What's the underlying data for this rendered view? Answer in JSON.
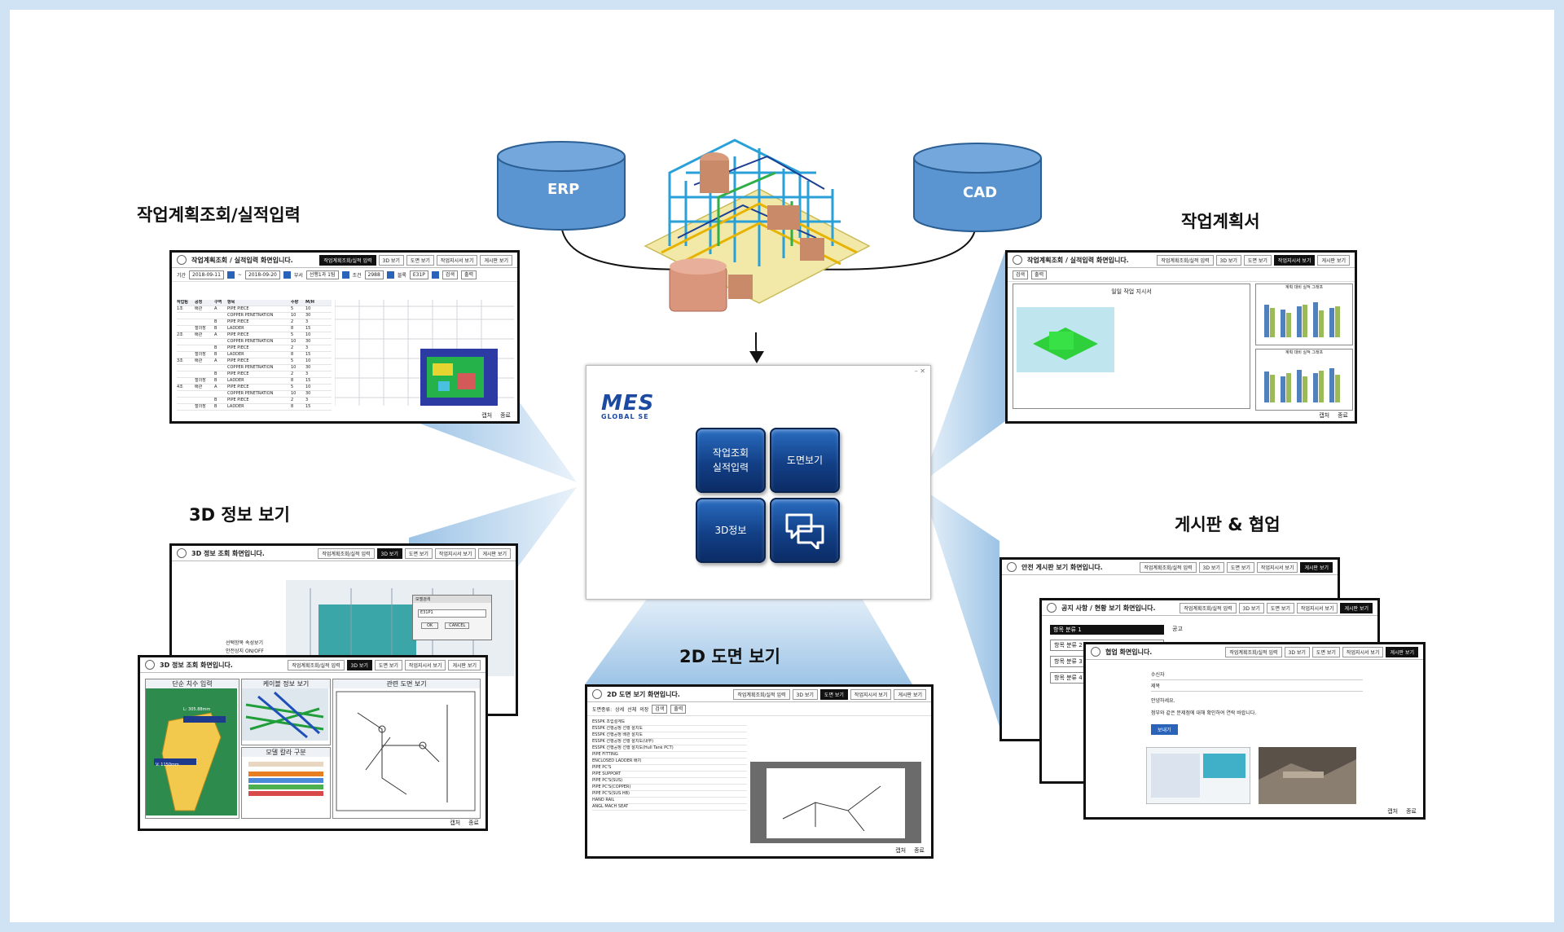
{
  "databases": {
    "erp": "ERP",
    "cad": "CAD"
  },
  "labels": {
    "work_plan_input": "작업계획조회/실적입력",
    "work_plan_doc": "작업계획서",
    "info_3d": "3D 정보 보기",
    "board_collab": "게시판 & 협업",
    "drawing_2d": "2D 도면 보기"
  },
  "mes": {
    "logo_text": "MES",
    "logo_sub": "GLOBAL SE",
    "btn_work": [
      "작업조회",
      "실적입력"
    ],
    "btn_drawing": "도면보기",
    "btn_3d": "3D정보"
  },
  "common": {
    "tab_plan": "작업계획조회/실적 입력",
    "tab_3d": "3D 보기",
    "tab_dwg": "도면 보기",
    "tab_instr": "작업지시서 보기",
    "tab_board": "게시판 보기",
    "capture": "캡처",
    "exit": "종료",
    "search": "검색",
    "print": "출력"
  },
  "win_plan": {
    "title": "작업계획조회 / 실적입력 화면입니다.",
    "period_label": "기간",
    "date_from": "2018-09-11",
    "date_to": "2018-09-20",
    "dept_label": "부서",
    "dept": "선행1과 1팀",
    "cond_label": "조건",
    "cond": "2988",
    "block_label": "블록",
    "block": "E31P"
  },
  "win_plan_rows": [
    [
      "1조",
      "배관",
      "A",
      "PIPE PIECE",
      "5",
      "10"
    ],
    [
      "",
      "",
      "",
      "COPPER PENETRATION",
      "10",
      "30"
    ],
    [
      "",
      "",
      "B",
      "PIPE PIECE",
      "2",
      "3"
    ],
    [
      "",
      "철의장",
      "B",
      "LADDER",
      "8",
      "15"
    ],
    [
      "2조",
      "배관",
      "A",
      "PIPE PIECE",
      "5",
      "10"
    ],
    [
      "",
      "",
      "",
      "COPPER PENETRATION",
      "10",
      "30"
    ],
    [
      "",
      "",
      "B",
      "PIPE PIECE",
      "2",
      "3"
    ],
    [
      "",
      "철의장",
      "B",
      "LADDER",
      "8",
      "15"
    ],
    [
      "3조",
      "배관",
      "A",
      "PIPE PIECE",
      "5",
      "10"
    ],
    [
      "",
      "",
      "",
      "COPPER PENETRATION",
      "10",
      "30"
    ],
    [
      "",
      "",
      "B",
      "PIPE PIECE",
      "2",
      "3"
    ],
    [
      "",
      "철의장",
      "B",
      "LADDER",
      "8",
      "15"
    ],
    [
      "4조",
      "배관",
      "A",
      "PIPE PIECE",
      "5",
      "10"
    ],
    [
      "",
      "",
      "",
      "COPPER PENETRATION",
      "10",
      "30"
    ],
    [
      "",
      "",
      "B",
      "PIPE PIECE",
      "2",
      "3"
    ],
    [
      "",
      "철의장",
      "B",
      "LADDER",
      "8",
      "15"
    ]
  ],
  "win_plan_cols": [
    "작업팀",
    "공정",
    "구역",
    "항목",
    "수량",
    "M/H"
  ],
  "win_doc": {
    "title": "작업계획조회 / 실적입력 화면입니다.",
    "section": "일일 작업 지시서",
    "chart1": "계획 대비 실적 그래프",
    "chart2": "계획 대비 실적 그래프"
  },
  "win_3d_back": {
    "title": "3D 정보 조회 화면입니다.",
    "dialog_title": "모델검색",
    "dialog_value": "E31P1",
    "ok": "OK",
    "cancel": "CANCEL",
    "opt1": "선택항목 속성보기",
    "opt2": "안전상지 ON/OFF"
  },
  "win_3d_front": {
    "title": "3D 정보 조회 화면입니다.",
    "panel1": "단순 치수 입력",
    "panel2": "케이블 정보 보기",
    "panel3": "관련 도면 보기",
    "panel4": "모델 칼라 구분",
    "dim1": "L: 305.88mm",
    "dim2": "V: 1150mm"
  },
  "win_2d": {
    "title": "2D 도면 보기 화면입니다.",
    "type_label": "도면종류:",
    "opt_detail": "상세",
    "opt_ship": "선체",
    "opt_outfit": "의장"
  },
  "win_2d_rows": [
    "ESSPK 조립설계도",
    "ESSPK 선행공정 선행 설치도",
    "ESSPK 선행공정 배관 설치도",
    "ESSPK 선행공정 선행 설치도(내부)",
    "ESSPK 선행공정 선행 설치도(Hull Tank PCT)",
    "PIPE FITTING",
    "ENCLOSED LADDER 배치",
    "PIPE PC'S",
    "PIPE SUPPORT",
    "PIPE PC'S(SUS)",
    "PIPE PC'S(COPPER)",
    "PIPE PC'S(SUS HB)",
    "HAND RAIL",
    "ANGL MACH SEAT"
  ],
  "win_board1": {
    "title": "안전 게시판 보기 화면입니다."
  },
  "win_board2": {
    "title": "공지 사항 / 현황 보기 화면입니다.",
    "item1": "항목 분류 1",
    "item2": "항목 분류 2",
    "item3": "항목 분류 3",
    "item4": "항목 분류 4",
    "notice": "공고"
  },
  "win_board3": {
    "title": "협업 화면입니다.",
    "to": "수신자",
    "subject": "제목",
    "greet": "안녕하세요.",
    "body": "첨부와 같은 문제점에 대해 확인하여 연락 바랍니다.",
    "send": "보내기"
  }
}
